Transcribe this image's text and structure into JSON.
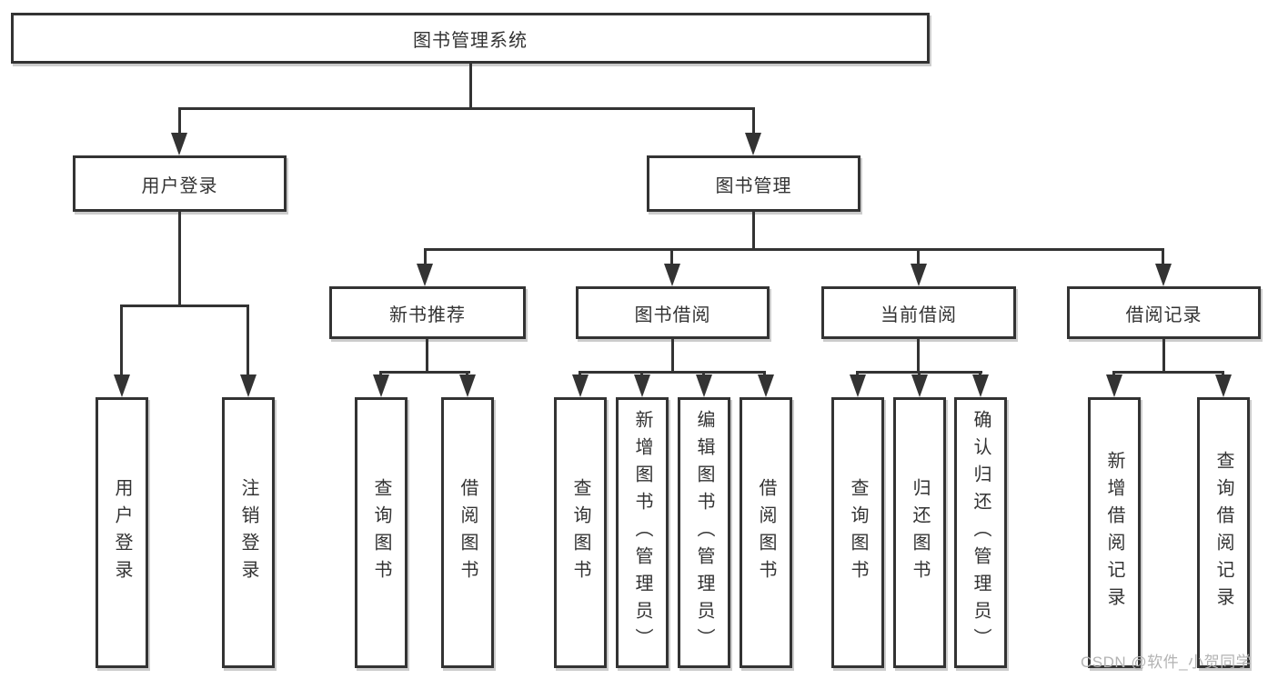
{
  "title_box": {
    "label": "图书管理系统"
  },
  "branches": [
    {
      "label": "用户登录",
      "children": [
        "用户登录",
        "注销登录"
      ]
    },
    {
      "label": "图书管理",
      "sections": [
        {
          "label": "新书推荐",
          "children": [
            "查询图书",
            "借阅图书"
          ]
        },
        {
          "label": "图书借阅",
          "children": [
            "查询图书",
            "新增图书（管理员）",
            "编辑图书（管理员）",
            "借阅图书"
          ]
        },
        {
          "label": "当前借阅",
          "children": [
            "查询图书",
            "归还图书",
            "确认归还（管理员）"
          ]
        },
        {
          "label": "借阅记录",
          "children": [
            "新增借阅记录",
            "查询借阅记录"
          ]
        }
      ]
    }
  ],
  "watermark": {
    "label": "CSDN @软件_小贺同学"
  },
  "colors": {
    "line": "#333333",
    "text": "#333333",
    "box_background": "#ffffff",
    "box_shadow": "#808080",
    "watermark": "#b3b3b3",
    "background": "#ffffff"
  }
}
